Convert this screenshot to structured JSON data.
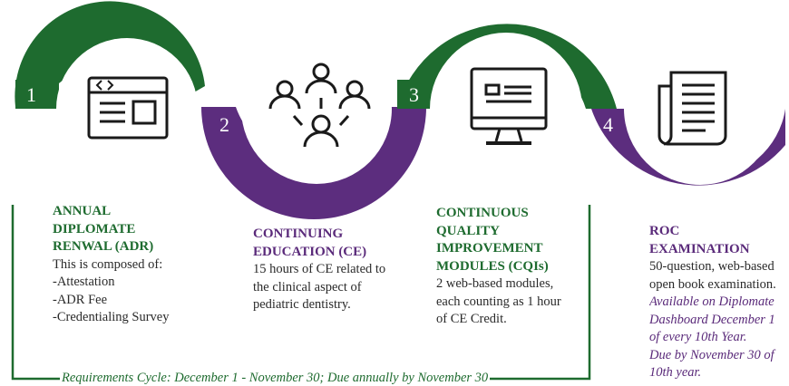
{
  "colors": {
    "green": "#1e6b2f",
    "purple": "#5c2d7e",
    "ink": "#2a2a2a"
  },
  "steps": [
    {
      "number": "1",
      "icon": "browser-code-icon",
      "title_lines": [
        "ANNUAL",
        "DIPLOMATE",
        "RENWAL (ADR)"
      ],
      "body_lines": [
        "This is composed of:",
        "-Attestation",
        "-ADR Fee",
        "-Credentialing Survey"
      ]
    },
    {
      "number": "2",
      "icon": "people-network-icon",
      "title_lines": [
        "CONTINUING",
        "EDUCATION (CE)"
      ],
      "body_lines": [
        "15 hours of CE related to",
        "the clinical aspect of",
        "pediatric dentistry."
      ]
    },
    {
      "number": "3",
      "icon": "computer-monitor-icon",
      "title_lines": [
        "CONTINUOUS",
        "QUALITY",
        "IMPROVEMENT",
        "MODULES (CQIs)"
      ],
      "body_lines": [
        "2 web-based modules,",
        "each counting as 1 hour",
        "of CE Credit."
      ]
    },
    {
      "number": "4",
      "icon": "newspaper-scroll-icon",
      "title_lines": [
        "ROC",
        "EXAMINATION"
      ],
      "body_lines": [
        "50-question, web-based",
        "open book examination."
      ],
      "italic_lines": [
        "Available on Diplomate",
        "Dashboard December 1",
        "of every 10th Year.",
        "Due by November 30 of",
        "10th year."
      ]
    }
  ],
  "footer": "Requirements Cycle: December 1 - November 30; Due annually by November 30"
}
